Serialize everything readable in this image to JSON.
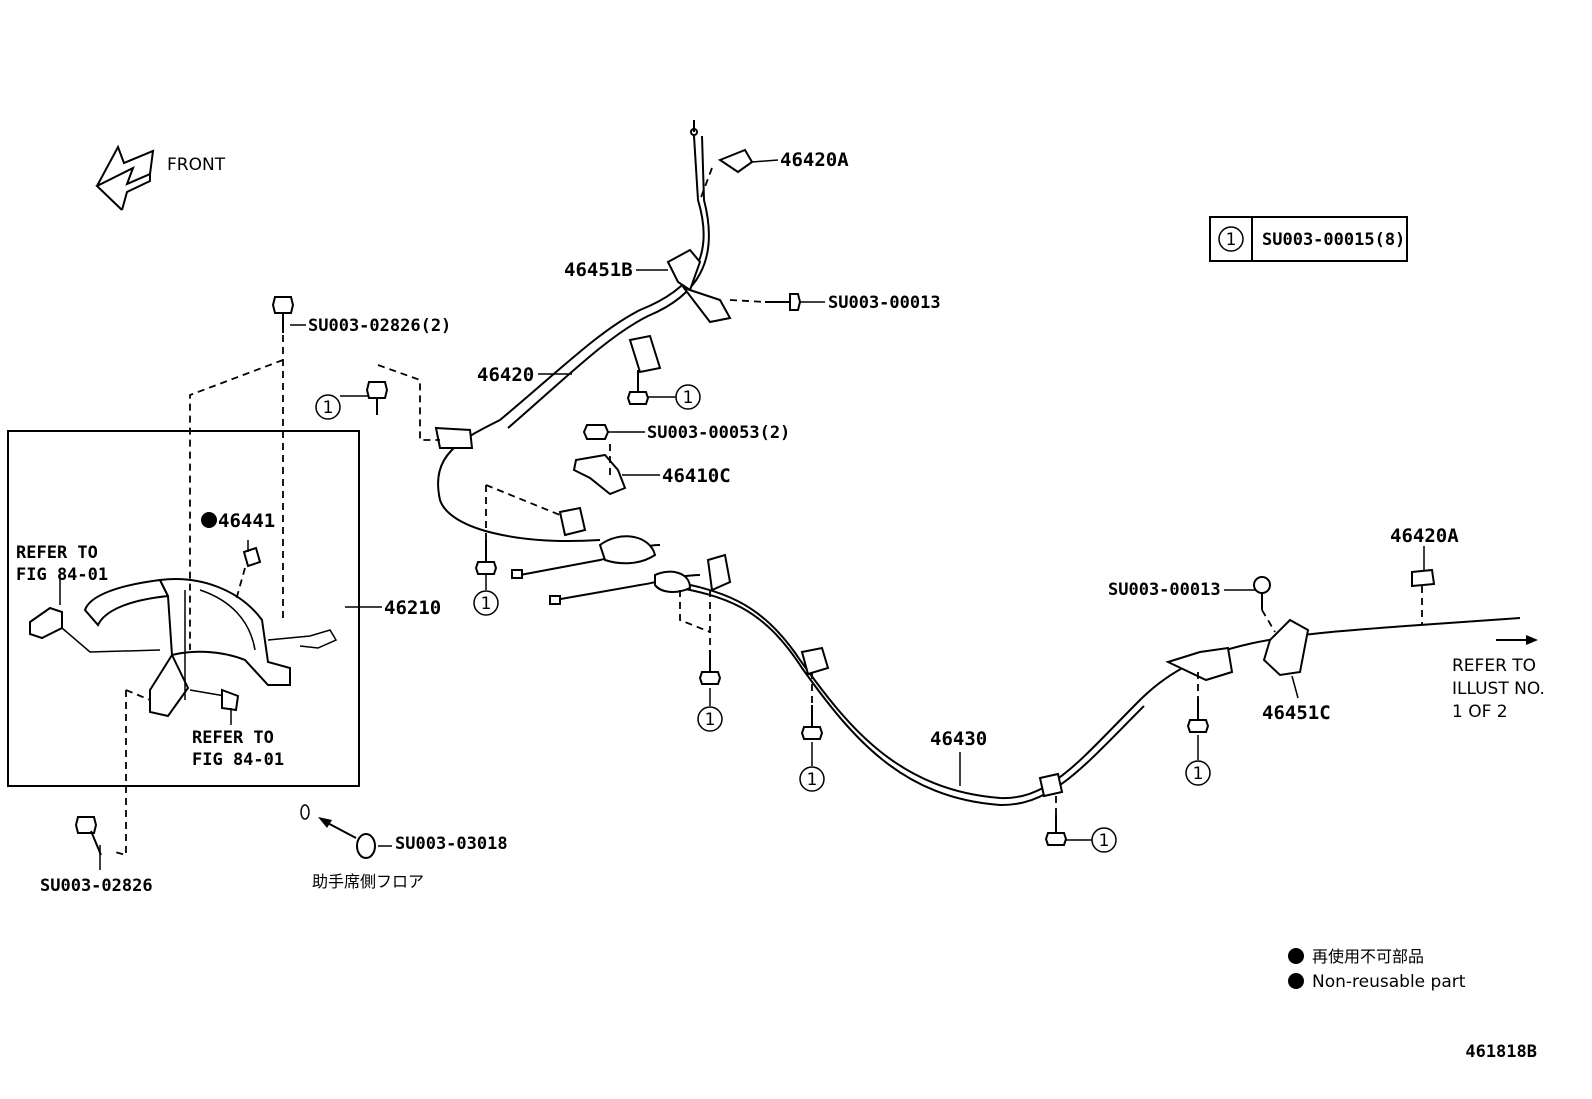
{
  "front_label": "FRONT",
  "legend": {
    "symbol": "1",
    "code": "SU003-00015(8)"
  },
  "callouts": {
    "p46420A_top": "46420A",
    "p46451B": "46451B",
    "su00013_top": "SU003-00013",
    "su02826_2": "SU003-02826(2)",
    "p46420": "46420",
    "su00053": "SU003-00053(2)",
    "p46410C": "46410C",
    "p46441": "46441",
    "p46210": "46210",
    "su00013_right": "SU003-00013",
    "p46420A_right": "46420A",
    "p46451C": "46451C",
    "p46430": "46430",
    "su03018": "SU003-03018",
    "su02826": "SU003-02826"
  },
  "refer": {
    "line1": "REFER TO",
    "line2": "FIG 84-01"
  },
  "refer_illust": {
    "line1": "REFER TO",
    "line2": "ILLUST NO.",
    "line3": "1 OF 2"
  },
  "jp_floor": "助手席側フロア",
  "circle_num": "1",
  "notes": {
    "jp": "再使用不可部品",
    "en": "Non-reusable part"
  },
  "figure_code": "461818B"
}
